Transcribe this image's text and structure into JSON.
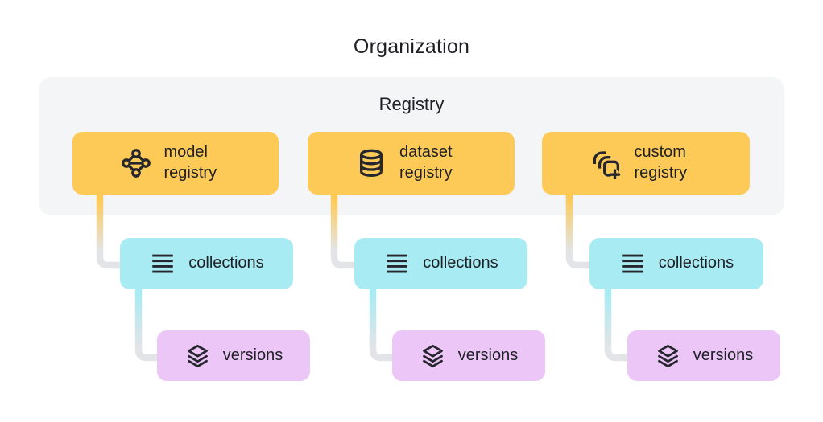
{
  "title": "Organization",
  "registry_group": {
    "label": "Registry"
  },
  "columns": [
    {
      "registry": {
        "label": "model registry",
        "icon": "model-graph-icon"
      },
      "collections": {
        "label": "collections",
        "icon": "list-icon"
      },
      "versions": {
        "label": "versions",
        "icon": "layers-icon"
      }
    },
    {
      "registry": {
        "label": "dataset registry",
        "icon": "database-icon"
      },
      "collections": {
        "label": "collections",
        "icon": "list-icon"
      },
      "versions": {
        "label": "versions",
        "icon": "layers-icon"
      }
    },
    {
      "registry": {
        "label": "custom registry",
        "icon": "custom-registry-add-icon"
      },
      "collections": {
        "label": "collections",
        "icon": "list-icon"
      },
      "versions": {
        "label": "versions",
        "icon": "layers-icon"
      }
    }
  ],
  "colors": {
    "registry_box": "#fdca57",
    "collections_box": "#a9ebf2",
    "versions_box": "#ecc6f7",
    "group_background": "#f4f5f7",
    "connector_gray": "#e2e4e7",
    "icon_and_text": "#26272e"
  }
}
